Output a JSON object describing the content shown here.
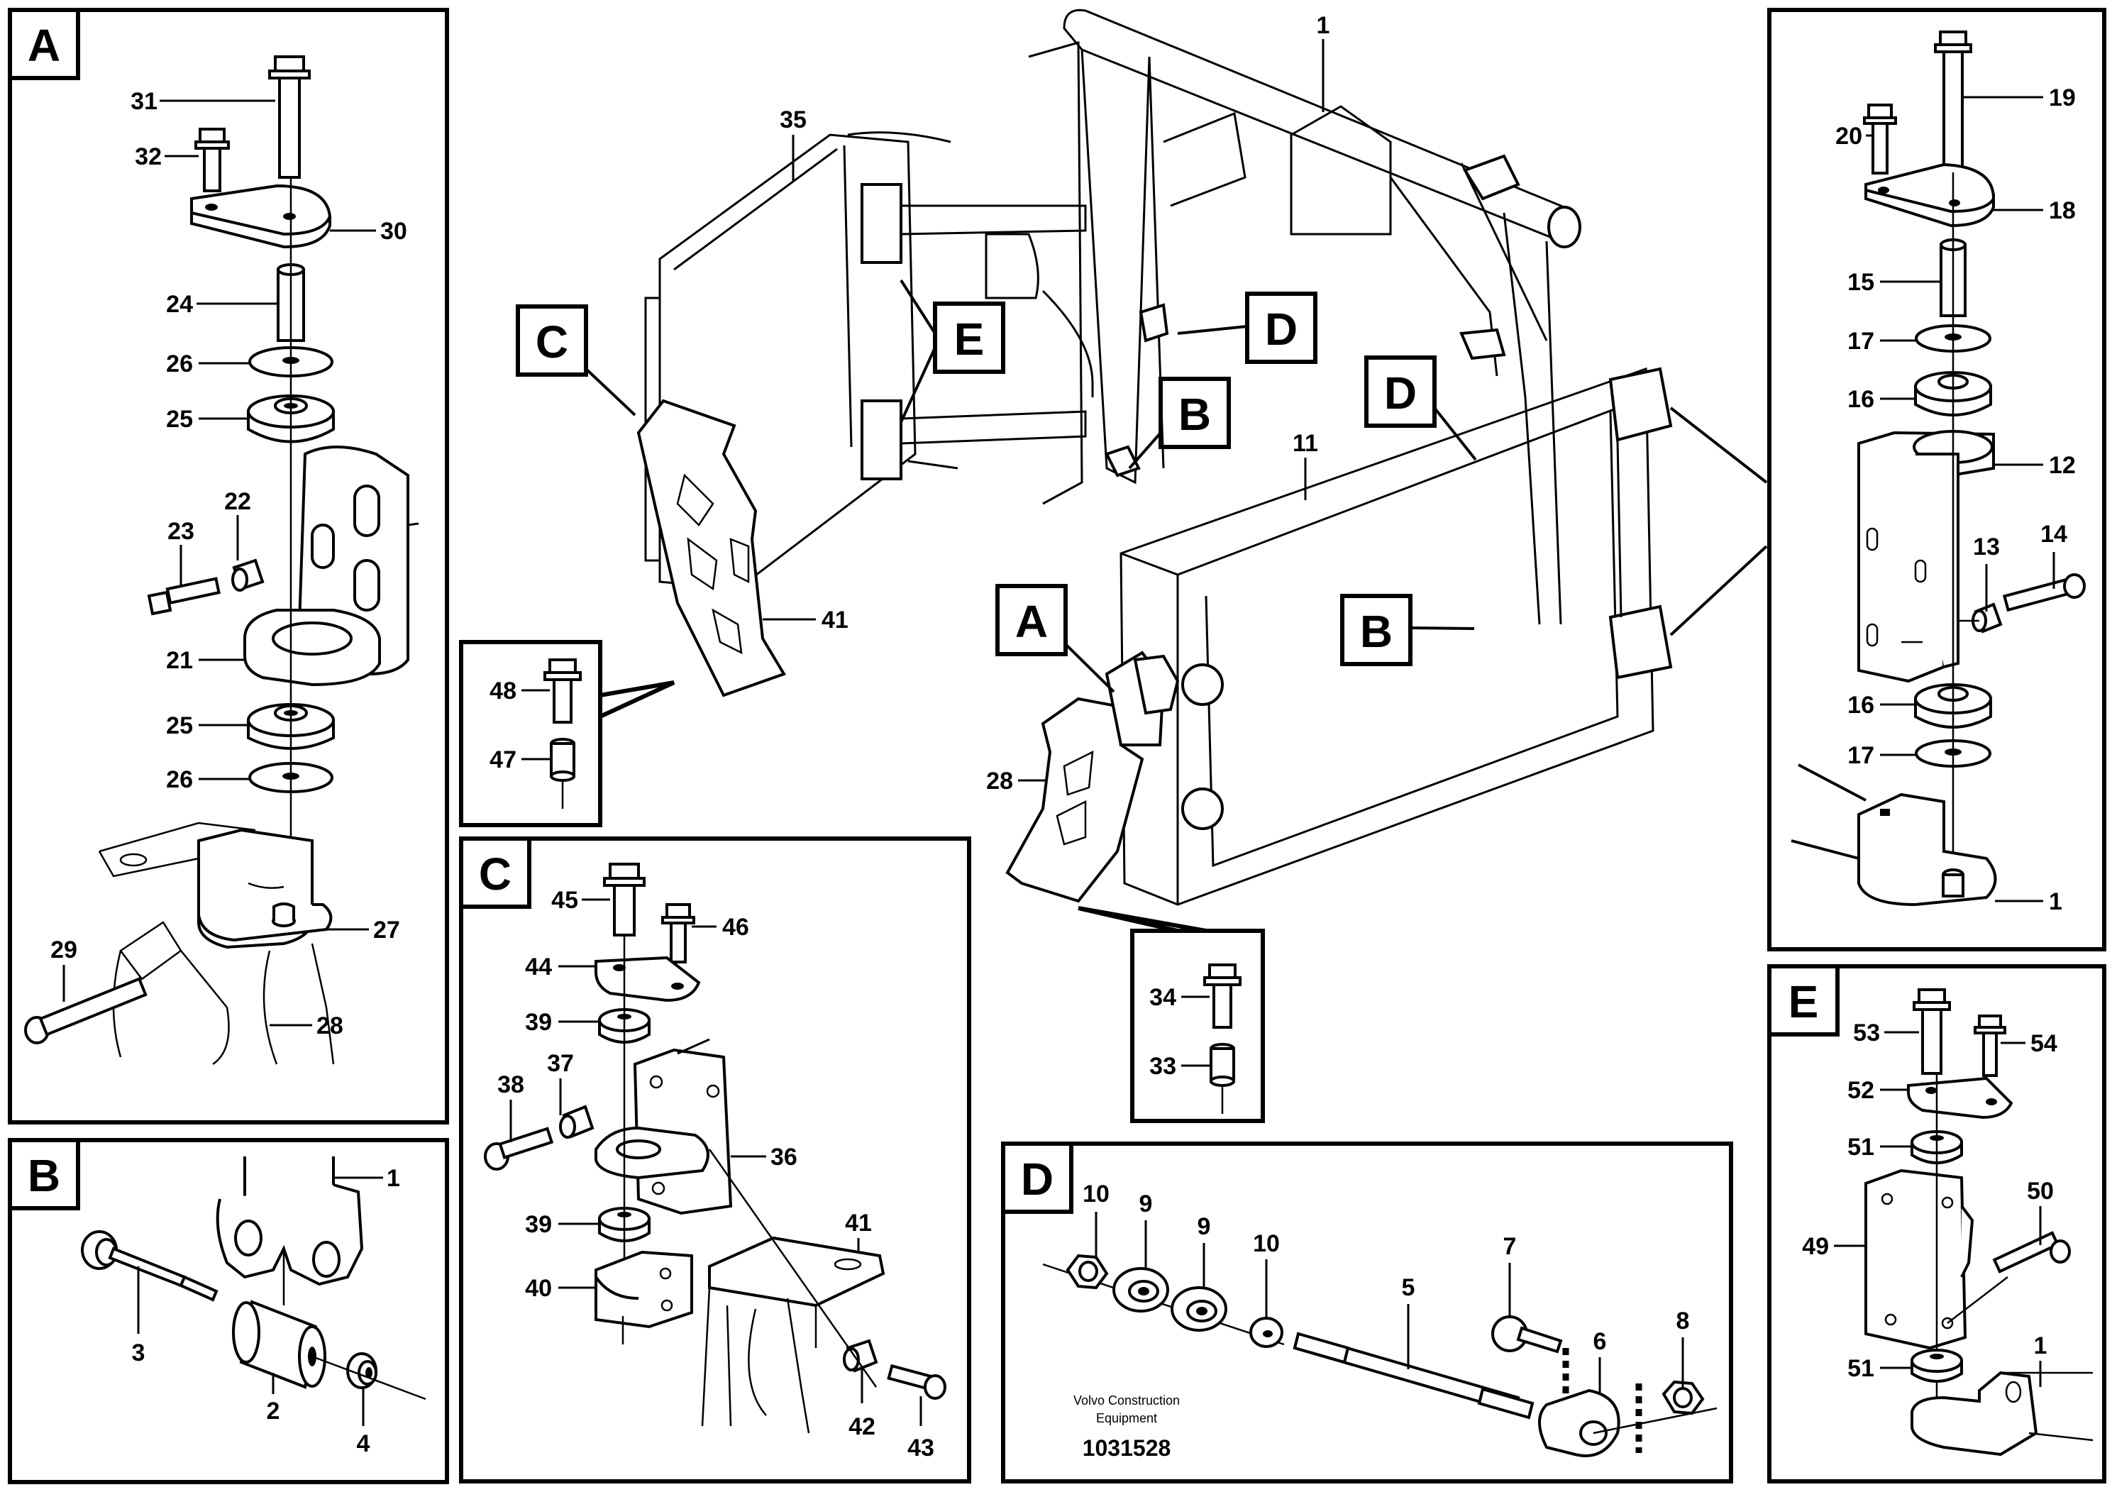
{
  "panels": {
    "A": {
      "title": "A",
      "labels": [
        "31",
        "32",
        "30",
        "24",
        "26",
        "25",
        "23",
        "22",
        "21",
        "25",
        "26",
        "27",
        "29",
        "28"
      ]
    },
    "B": {
      "title": "B",
      "labels": [
        "1",
        "3",
        "2",
        "4"
      ]
    },
    "C": {
      "title": "C",
      "labels": [
        "45",
        "46",
        "44",
        "39",
        "38",
        "37",
        "36",
        "39",
        "40",
        "41",
        "42",
        "43"
      ]
    },
    "D": {
      "title": "D",
      "labels": [
        "10",
        "9",
        "9",
        "10",
        "5",
        "7",
        "6",
        "8"
      ]
    },
    "E": {
      "title": "E",
      "labels": [
        "53",
        "54",
        "52",
        "51",
        "50",
        "49",
        "51",
        "1"
      ]
    },
    "R": {
      "labels": [
        "19",
        "20",
        "18",
        "15",
        "17",
        "16",
        "12",
        "13",
        "14",
        "16",
        "17",
        "1"
      ]
    }
  },
  "main": {
    "labels": [
      "1",
      "35",
      "11",
      "41",
      "28"
    ],
    "callouts": [
      "C",
      "E",
      "D",
      "B",
      "D",
      "A",
      "B"
    ],
    "inset_top": {
      "labels": [
        "48",
        "47"
      ]
    },
    "inset_bottom": {
      "labels": [
        "34",
        "33"
      ]
    }
  },
  "footer": {
    "publisher_line1": "Volvo Construction",
    "publisher_line2": "Equipment",
    "drawing_number": "1031528"
  }
}
